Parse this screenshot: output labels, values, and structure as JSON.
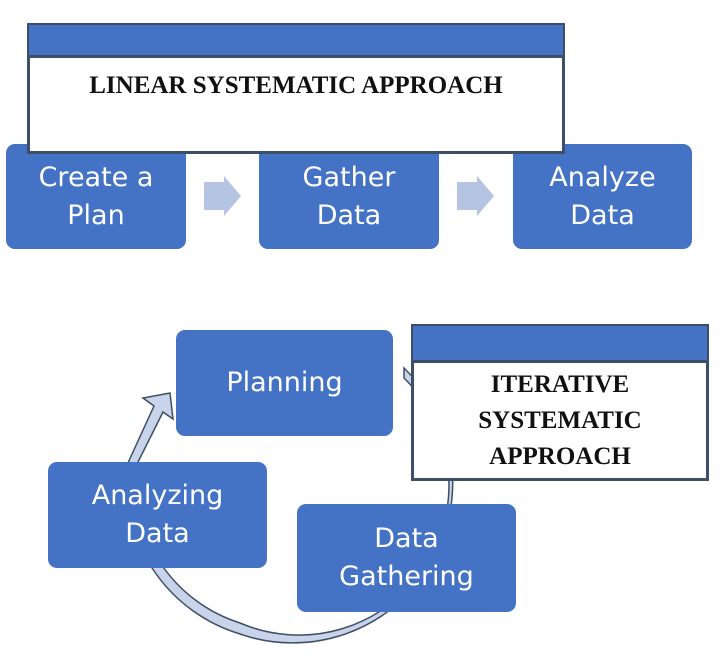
{
  "linear": {
    "title": "LINEAR SYSTEMATIC APPROACH",
    "steps": [
      {
        "label": "Create a\nPlan"
      },
      {
        "label": "Gather\nData"
      },
      {
        "label": "Analyze\nData"
      }
    ]
  },
  "iterative": {
    "title": "ITERATIVE\nSYSTEMATIC\nAPPROACH",
    "steps": [
      {
        "label": "Planning"
      },
      {
        "label": "Data\nGathering"
      },
      {
        "label": "Analyzing\nData"
      }
    ]
  },
  "colors": {
    "box_fill": "#4472c4",
    "arrow_fill": "#b4c4e2",
    "border": "#3d4f66"
  }
}
